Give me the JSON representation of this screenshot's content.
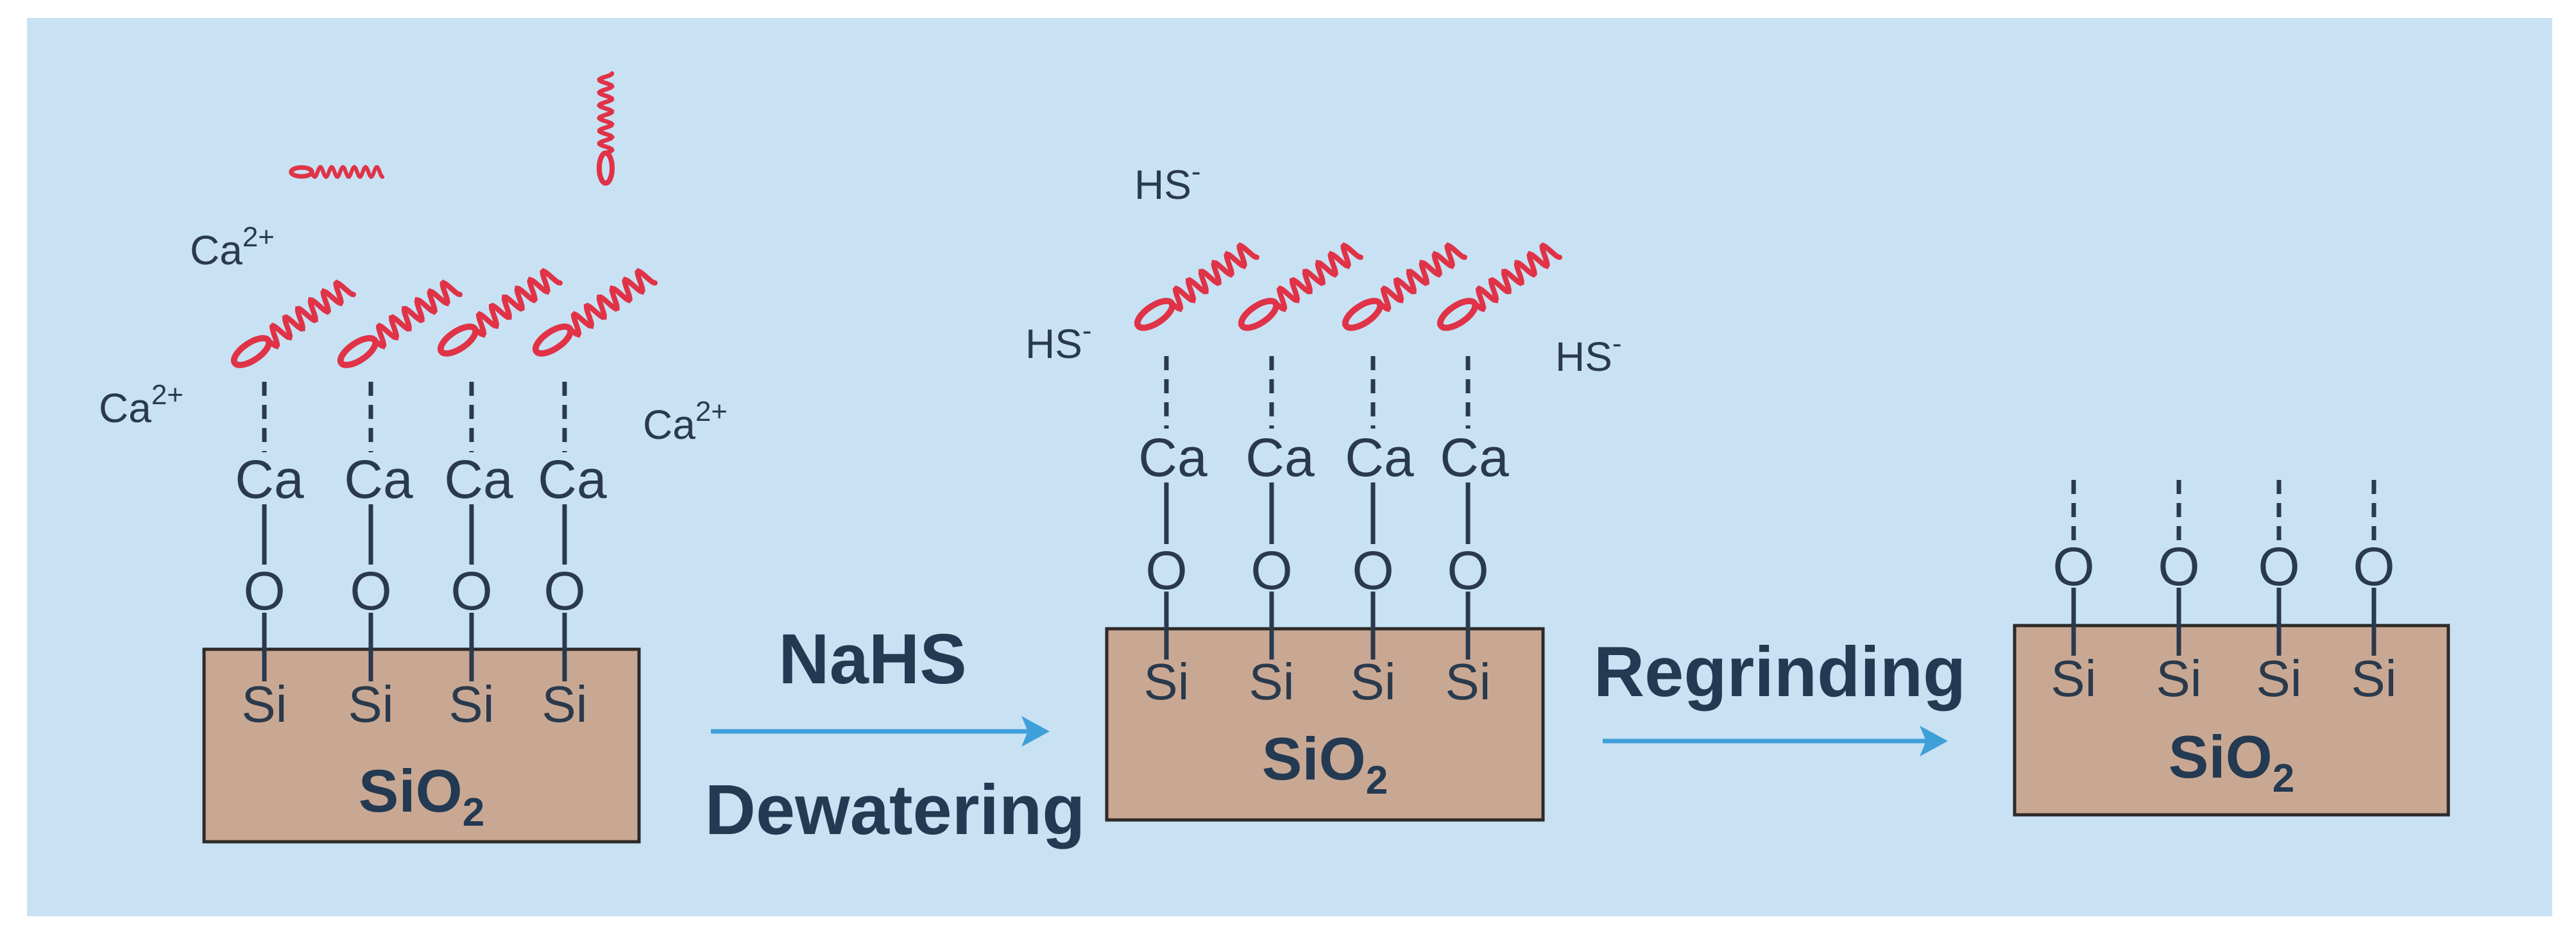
{
  "colors": {
    "background": "#c8e2f4",
    "slab_fill": "#c9a893",
    "slab_stroke": "#2e2a28",
    "chain": "#e03347",
    "arrow": "#3fa0d9",
    "label_dark": "#243a52",
    "text": "#2a3a4c"
  },
  "steps": {
    "step1": {
      "label_top": "NaHS",
      "label_bottom": "Dewatering"
    },
    "step2": {
      "label_top": "Regrinding"
    }
  },
  "panels": [
    {
      "substrate": {
        "base": "SiO",
        "sub": "2"
      },
      "silicon_labels": [
        "Si",
        "Si",
        "Si",
        "Si"
      ],
      "oxygen_labels": [
        "O",
        "O",
        "O",
        "O"
      ],
      "calcium_labels": [
        "Ca",
        "Ca",
        "Ca",
        "Ca"
      ],
      "ions": [
        {
          "base": "Ca",
          "sup": "2+"
        },
        {
          "base": "Ca",
          "sup": "2+"
        },
        {
          "base": "Ca",
          "sup": "2+"
        }
      ]
    },
    {
      "substrate": {
        "base": "SiO",
        "sub": "2"
      },
      "silicon_labels": [
        "Si",
        "Si",
        "Si",
        "Si"
      ],
      "oxygen_labels": [
        "O",
        "O",
        "O",
        "O"
      ],
      "calcium_labels": [
        "Ca",
        "Ca",
        "Ca",
        "Ca"
      ],
      "ions": [
        {
          "base": "HS",
          "sup": "-"
        },
        {
          "base": "HS",
          "sup": "-"
        },
        {
          "base": "HS",
          "sup": "-"
        }
      ]
    },
    {
      "substrate": {
        "base": "SiO",
        "sub": "2"
      },
      "silicon_labels": [
        "Si",
        "Si",
        "Si",
        "Si"
      ],
      "oxygen_labels": [
        "O",
        "O",
        "O",
        "O"
      ]
    }
  ]
}
